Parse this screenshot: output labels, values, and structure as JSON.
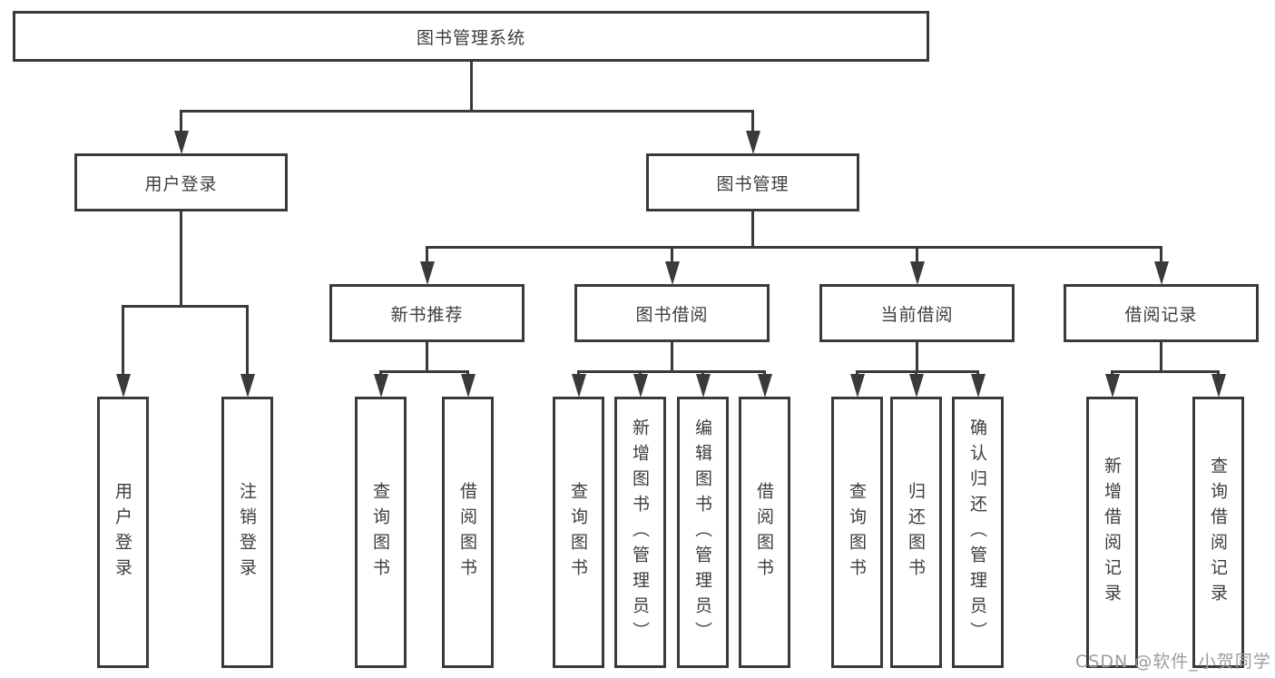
{
  "diagram": {
    "title": "图书管理系统",
    "nodes": {
      "root": {
        "label": "图书管理系统"
      },
      "user_login": {
        "label": "用户登录"
      },
      "book_mgmt": {
        "label": "图书管理"
      },
      "login": {
        "label": "用户登录"
      },
      "logout": {
        "label": "注销登录"
      },
      "new_book_rec": {
        "label": "新书推荐"
      },
      "book_borrow": {
        "label": "图书借阅"
      },
      "current_borrow": {
        "label": "当前借阅"
      },
      "borrow_record": {
        "label": "借阅记录"
      },
      "nb_query": {
        "label": "查询图书"
      },
      "nb_borrow": {
        "label": "借阅图书"
      },
      "bb_query": {
        "label": "查询图书"
      },
      "bb_add": {
        "label": "新增图书（管理员）"
      },
      "bb_edit": {
        "label": "编辑图书（管理员）"
      },
      "bb_borrow": {
        "label": "借阅图书"
      },
      "cb_query": {
        "label": "查询图书"
      },
      "cb_return": {
        "label": "归还图书"
      },
      "cb_confirm": {
        "label": "确认归还（管理员）"
      },
      "br_add": {
        "label": "新增借阅记录"
      },
      "br_query": {
        "label": "查询借阅记录"
      }
    },
    "hierarchy": {
      "root": [
        "user_login",
        "book_mgmt"
      ],
      "user_login": [
        "login",
        "logout"
      ],
      "book_mgmt": [
        "new_book_rec",
        "book_borrow",
        "current_borrow",
        "borrow_record"
      ],
      "new_book_rec": [
        "nb_query",
        "nb_borrow"
      ],
      "book_borrow": [
        "bb_query",
        "bb_add",
        "bb_edit",
        "bb_borrow"
      ],
      "current_borrow": [
        "cb_query",
        "cb_return",
        "cb_confirm"
      ],
      "borrow_record": [
        "br_add",
        "br_query"
      ]
    },
    "colors": {
      "line": "#3a3a3a",
      "text": "#3d3d3d",
      "background": "#ffffff",
      "watermark": "#9c9c9c"
    }
  },
  "watermark": {
    "text": "CSDN @软件_小贺同学"
  }
}
